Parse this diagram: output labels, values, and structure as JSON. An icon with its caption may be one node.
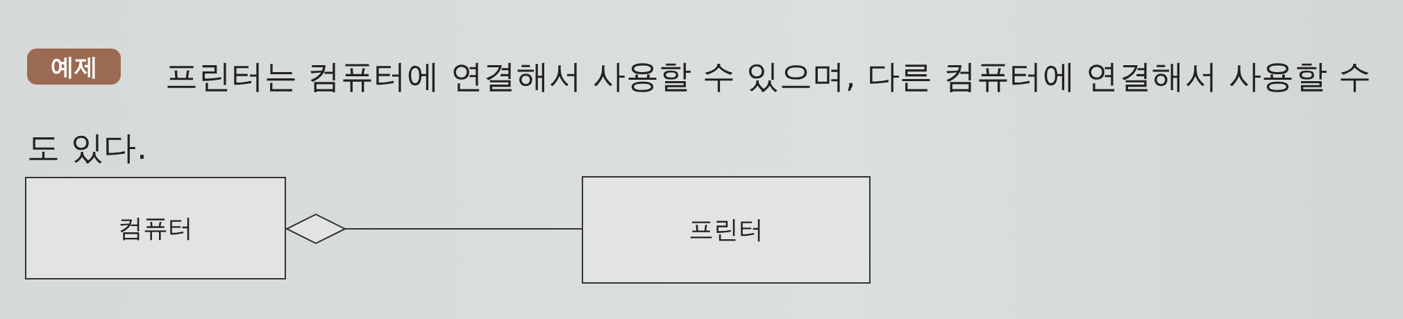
{
  "diagram": {
    "nodes": [
      {
        "text": [
          "컴퓨터"
        ]
      },
      {
        "text": [
          "프린터"
        ]
      }
    ],
    "edges": [
      {
        "from": 0,
        "to": 1,
        "arrow": "other"
      }
    ],
    "labels": [
      "예제",
      "프린터는 컴퓨터에 연결해서 사용할 수 있으며, 다른 컴퓨터에 연결해서 사용할 수도 있다."
    ]
  }
}
